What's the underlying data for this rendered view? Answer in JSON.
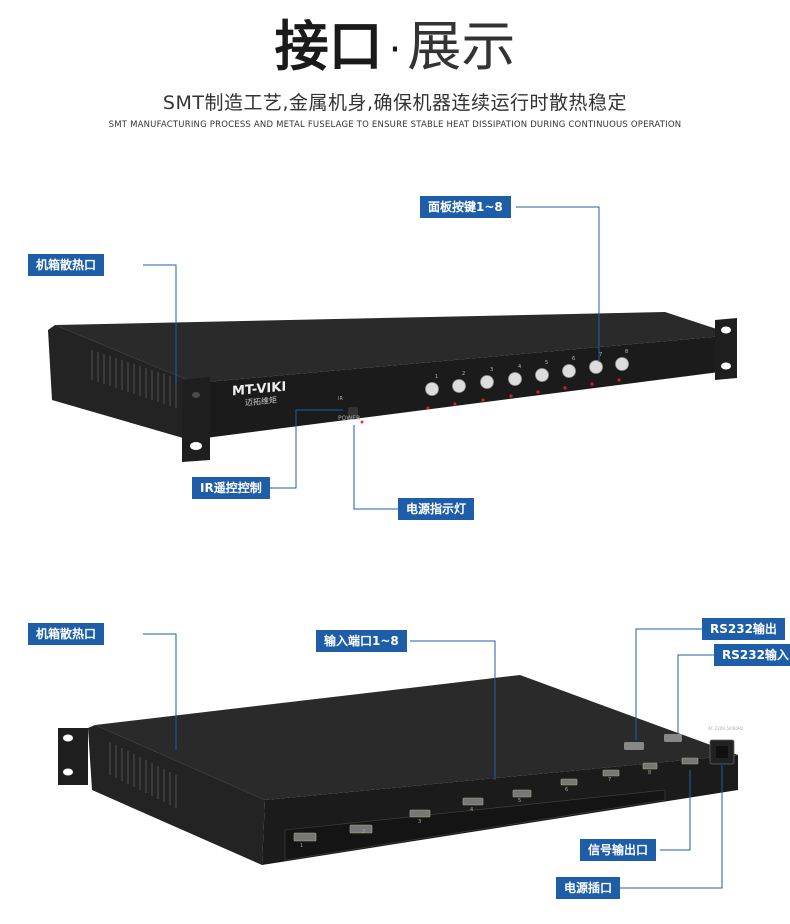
{
  "header": {
    "title_bold": "接口",
    "title_dot": "·",
    "title_light": "展示",
    "subtitle": "SMT制造工艺,金属机身,确保机器连续运行时散热稳定",
    "subtitle_en": "SMT MANUFACTURING PROCESS AND METAL FUSELAGE TO ENSURE STABLE HEAT DISSIPATION DURING CONTINUOUS OPERATION"
  },
  "front": {
    "callouts": {
      "heat_vent": "机箱散热口",
      "panel_keys": "面板按键1~8",
      "ir_control": "IR遥控控制",
      "power_led": "电源指示灯"
    },
    "brand": "MT-VIKI",
    "brand_cn": "迈拓维矩",
    "ir_label": "IR",
    "power_label": "POWER",
    "buttons": [
      "1",
      "2",
      "3",
      "4",
      "5",
      "6",
      "7",
      "8"
    ]
  },
  "back": {
    "callouts": {
      "heat_vent": "机箱散热口",
      "input_ports": "输入端口1~8",
      "rs232_out": "RS232输出",
      "rs232_in": "RS232输入",
      "signal_out": "信号输出口",
      "power_socket": "电源插口"
    },
    "ports": [
      "1",
      "2",
      "3",
      "4",
      "5",
      "6",
      "7",
      "8"
    ],
    "ac_label": "AC 220V 50/60Hz"
  },
  "colors": {
    "callout_bg": "#1e5da8",
    "line": "#1e5da8",
    "device_body": "#1b1b1b"
  }
}
